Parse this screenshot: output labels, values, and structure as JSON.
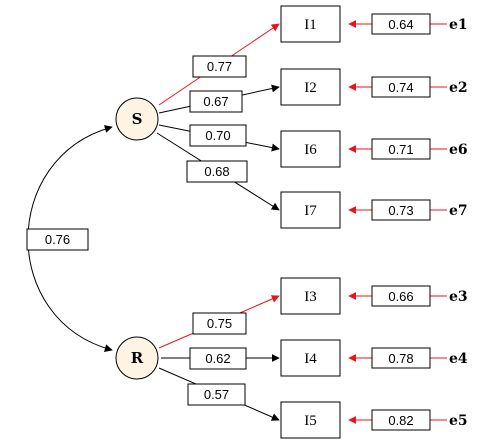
{
  "colors": {
    "structural": "#000000",
    "latent_and_residual": "#e8141c",
    "latent_fill": "#fdf4e3",
    "box_fill": "#ffffff"
  },
  "latents": [
    {
      "label": "S"
    },
    {
      "label": "R"
    }
  ],
  "correlation": {
    "value": "0.76"
  },
  "indicators": [
    {
      "label": "I1",
      "error": "e1",
      "loading": "0.77",
      "residual": "0.64",
      "factor": "S"
    },
    {
      "label": "I2",
      "error": "e2",
      "loading": "0.67",
      "residual": "0.74",
      "factor": "S"
    },
    {
      "label": "I6",
      "error": "e6",
      "loading": "0.70",
      "residual": "0.71",
      "factor": "S"
    },
    {
      "label": "I7",
      "error": "e7",
      "loading": "0.68",
      "residual": "0.73",
      "factor": "S"
    },
    {
      "label": "I3",
      "error": "e3",
      "loading": "0.75",
      "residual": "0.66",
      "factor": "R"
    },
    {
      "label": "I4",
      "error": "e4",
      "loading": "0.62",
      "residual": "0.78",
      "factor": "R"
    },
    {
      "label": "I5",
      "error": "e5",
      "loading": "0.57",
      "residual": "0.82",
      "factor": "R"
    }
  ]
}
